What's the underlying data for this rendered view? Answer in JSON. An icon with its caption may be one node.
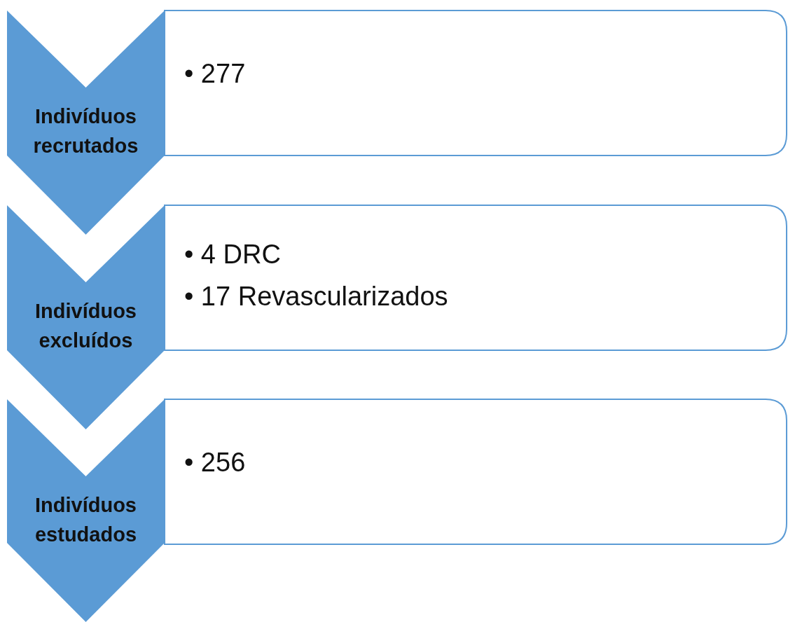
{
  "diagram": {
    "nodes": [
      {
        "text": [
          "Indivíduos recrutados"
        ]
      },
      {
        "text": [
          "• 277"
        ]
      },
      {
        "text": [
          "Indivíduos excluídos"
        ]
      },
      {
        "text": [
          "• 4 DRC",
          "• 17 Revascularizados"
        ]
      },
      {
        "text": [
          "Indivíduos estudados"
        ]
      },
      {
        "text": [
          "• 256"
        ]
      }
    ]
  }
}
